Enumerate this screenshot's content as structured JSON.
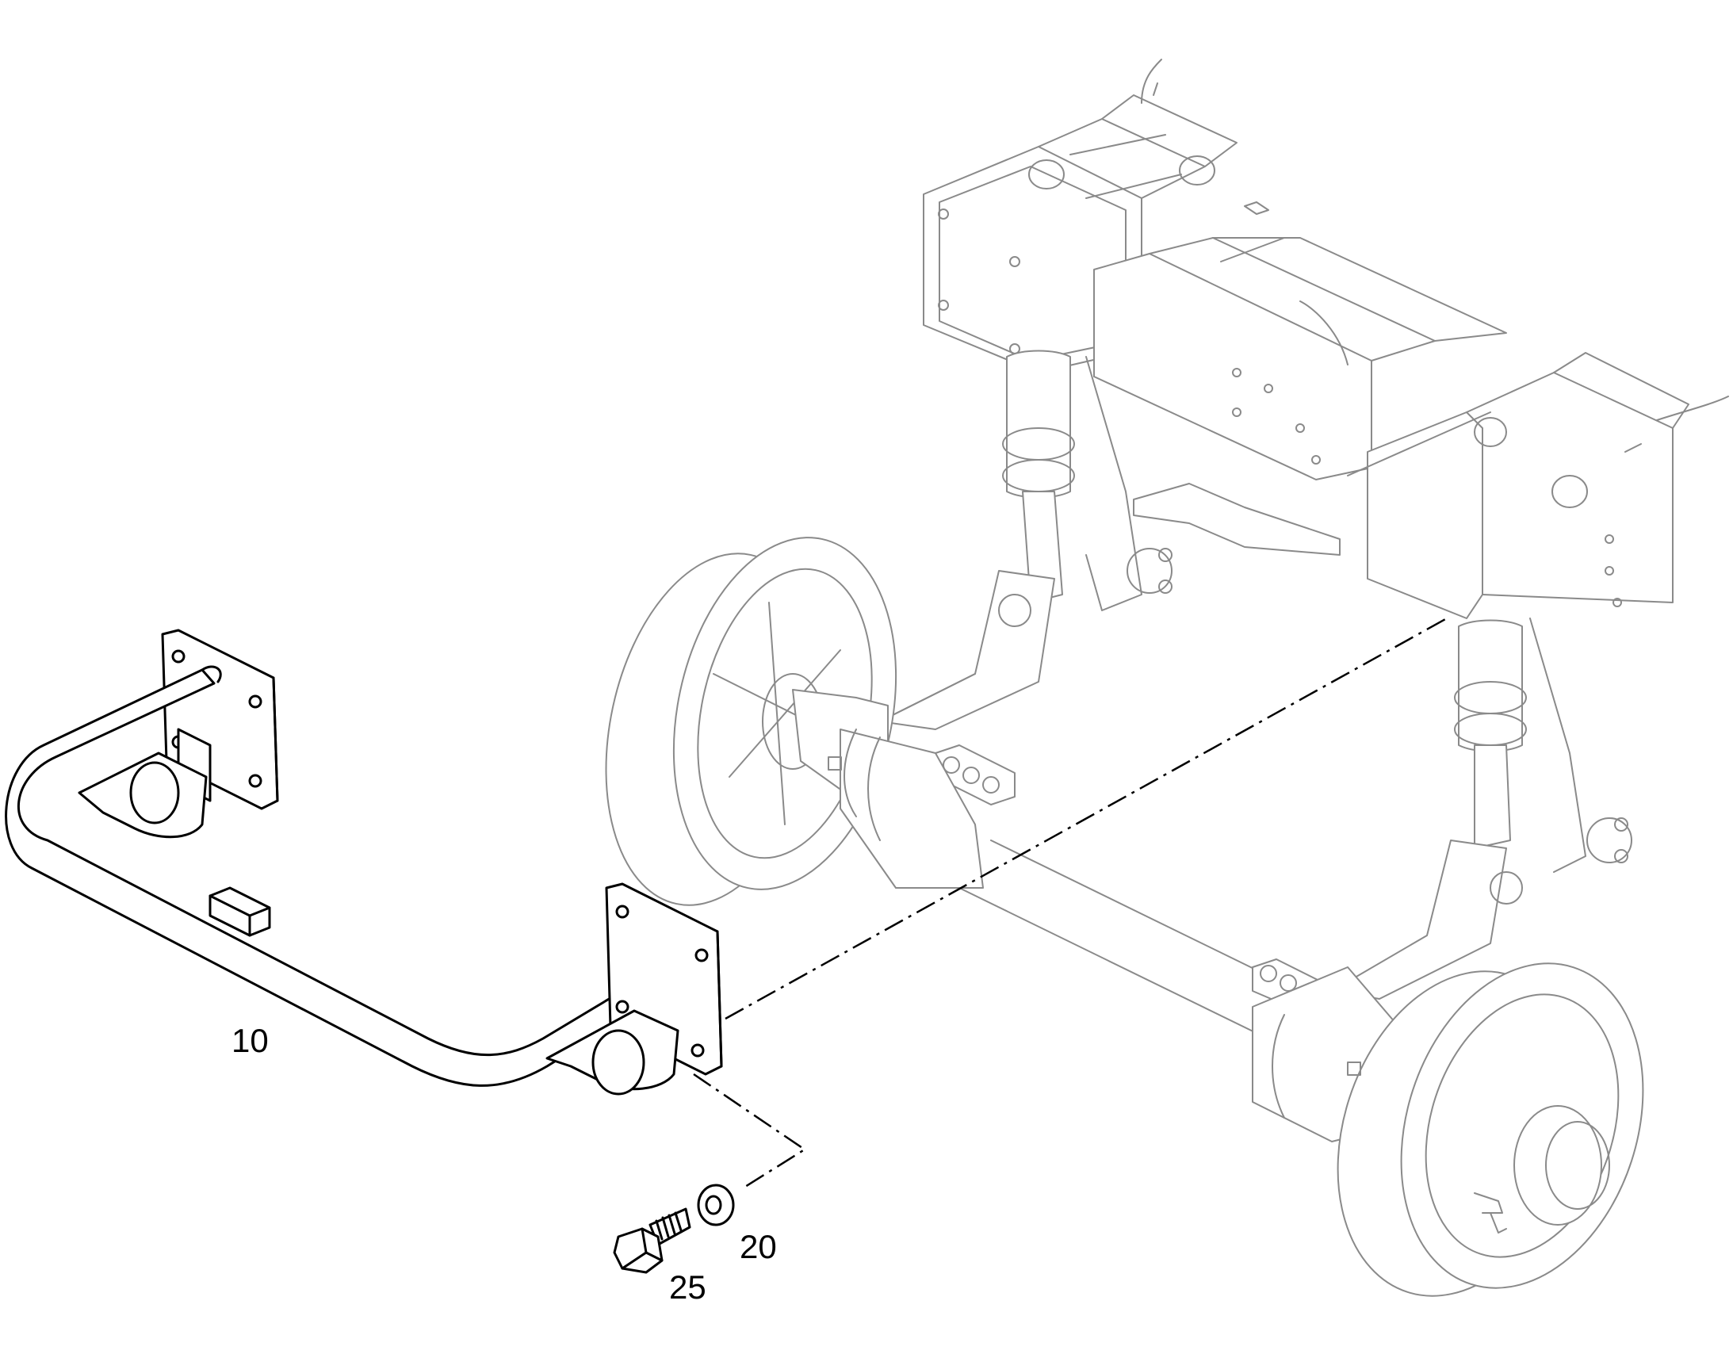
{
  "diagram": {
    "callouts": [
      {
        "id": "part-10",
        "label": "10"
      },
      {
        "id": "part-20",
        "label": "20"
      },
      {
        "id": "part-25",
        "label": "25"
      }
    ],
    "colors": {
      "part_outline": "#000000",
      "context_outline": "#8a8a8a",
      "background": "#ffffff"
    }
  }
}
